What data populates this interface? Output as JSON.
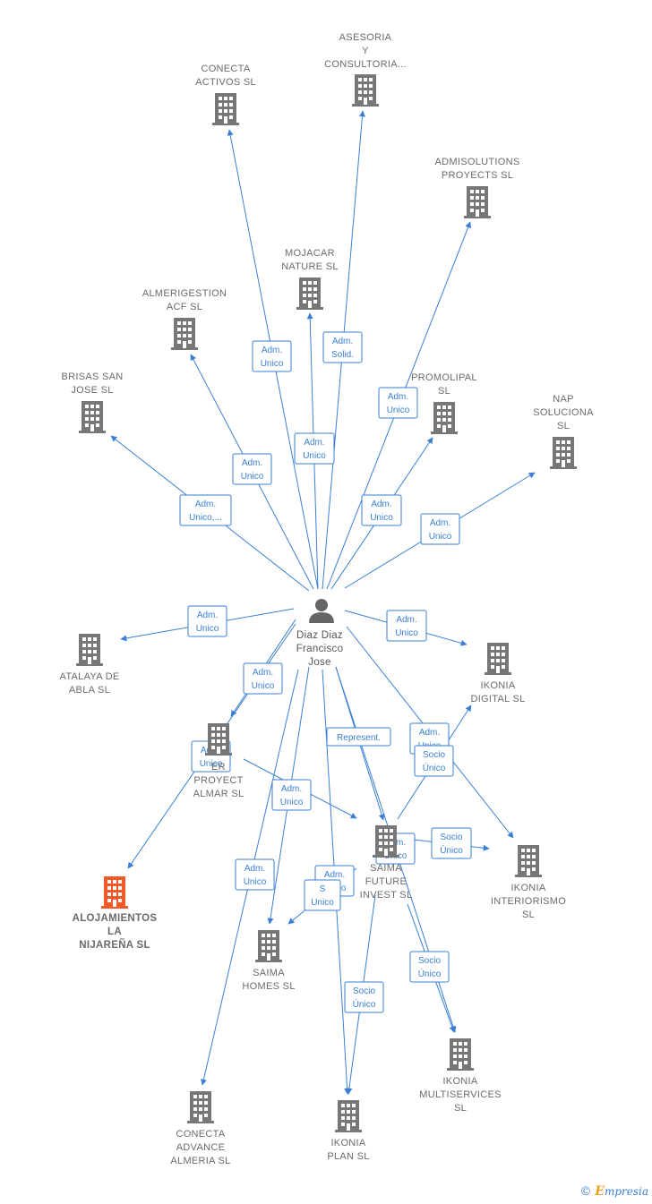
{
  "center": {
    "label": [
      "Diaz Diaz",
      "Francisco",
      "Jose"
    ],
    "icon": "person-icon"
  },
  "colors": {
    "edge": "#3a7fd5",
    "building": "#777777",
    "highlight": "#f05a28",
    "person": "#666666"
  },
  "nodes": [
    {
      "id": "conecta-activos",
      "label": [
        "CONECTA",
        "ACTIVOS  SL"
      ],
      "icon": "building-icon"
    },
    {
      "id": "asesoria",
      "label": [
        "ASESORIA",
        "Y",
        "CONSULTORIA..."
      ],
      "icon": "building-icon"
    },
    {
      "id": "admisolutions",
      "label": [
        "ADMISOLUTIONS",
        "PROYECTS  SL"
      ],
      "icon": "building-icon"
    },
    {
      "id": "mojacar",
      "label": [
        "MOJACAR",
        "NATURE  SL"
      ],
      "icon": "building-icon"
    },
    {
      "id": "almerigestion",
      "label": [
        "ALMERIGESTION",
        "ACF SL"
      ],
      "icon": "building-icon"
    },
    {
      "id": "promolipal",
      "label": [
        "PROMOLIPAL",
        "SL"
      ],
      "icon": "building-icon"
    },
    {
      "id": "brisas",
      "label": [
        "BRISAS SAN",
        "JOSE  SL"
      ],
      "icon": "building-icon"
    },
    {
      "id": "nap",
      "label": [
        "NAP",
        "SOLUCIONA",
        "SL"
      ],
      "icon": "building-icon"
    },
    {
      "id": "atalaya",
      "label": [
        "ATALAYA DE",
        "ABLA  SL"
      ],
      "icon": "building-icon"
    },
    {
      "id": "ikonia-digital",
      "label": [
        "IKONIA",
        "DIGITAL  SL"
      ],
      "icon": "building-icon"
    },
    {
      "id": "power",
      "label": [
        "ER",
        "PROYECT",
        "ALMAR  SL"
      ],
      "icon": "building-icon"
    },
    {
      "id": "alojamientos",
      "label": [
        "ALOJAMIENTOS",
        "LA",
        "NIJAREÑA  SL"
      ],
      "icon": "building-icon",
      "highlight": true
    },
    {
      "id": "saima-future",
      "label": [
        "SAIMA",
        "FUTURE",
        "INVEST  SL"
      ],
      "icon": "building-icon"
    },
    {
      "id": "ikonia-interiorismo",
      "label": [
        "IKONIA",
        "INTERIORISMO",
        "SL"
      ],
      "icon": "building-icon"
    },
    {
      "id": "saima-homes",
      "label": [
        "SAIMA",
        "HOMES  SL"
      ],
      "icon": "building-icon"
    },
    {
      "id": "ikonia-multi",
      "label": [
        "IKONIA",
        "MULTISERVICES",
        "SL"
      ],
      "icon": "building-icon"
    },
    {
      "id": "conecta-advance",
      "label": [
        "CONECTA",
        "ADVANCE",
        "ALMERIA  SL"
      ],
      "icon": "building-icon"
    },
    {
      "id": "ikonia-plan",
      "label": [
        "IKONIA",
        "PLAN  SL"
      ],
      "icon": "building-icon"
    }
  ],
  "edge_labels": [
    [
      "Adm.",
      "Unico"
    ],
    [
      "Adm.",
      "Solid."
    ],
    [
      "Adm.",
      "Unico"
    ],
    [
      "Adm.",
      "Unico"
    ],
    [
      "Adm.",
      "Unico"
    ],
    [
      "Adm.",
      "Unico,..."
    ],
    [
      "Adm.",
      "Unico"
    ],
    [
      "Adm.",
      "Unico"
    ],
    [
      "Adm.",
      "Unico"
    ],
    [
      "Adm.",
      "Unico"
    ],
    [
      "Adm.",
      "Unico"
    ],
    [
      "Represent."
    ],
    [
      "Adm.",
      "Unico"
    ],
    [
      "Socio",
      "Único"
    ],
    [
      "Adm.",
      "Unico"
    ],
    [
      "Adm.",
      "Unico"
    ],
    [
      "Adm.",
      "Unico"
    ],
    [
      "Adm.",
      "Unico"
    ],
    [
      "Socio",
      "Único"
    ],
    [
      "Adm.",
      "Unico"
    ],
    [
      "S",
      "Unico"
    ],
    [
      "Socio",
      "Único"
    ],
    [
      "Socio",
      "Único"
    ]
  ],
  "watermark": {
    "copyright": "©",
    "brand_initial": "E",
    "brand_rest": "mpresia"
  }
}
